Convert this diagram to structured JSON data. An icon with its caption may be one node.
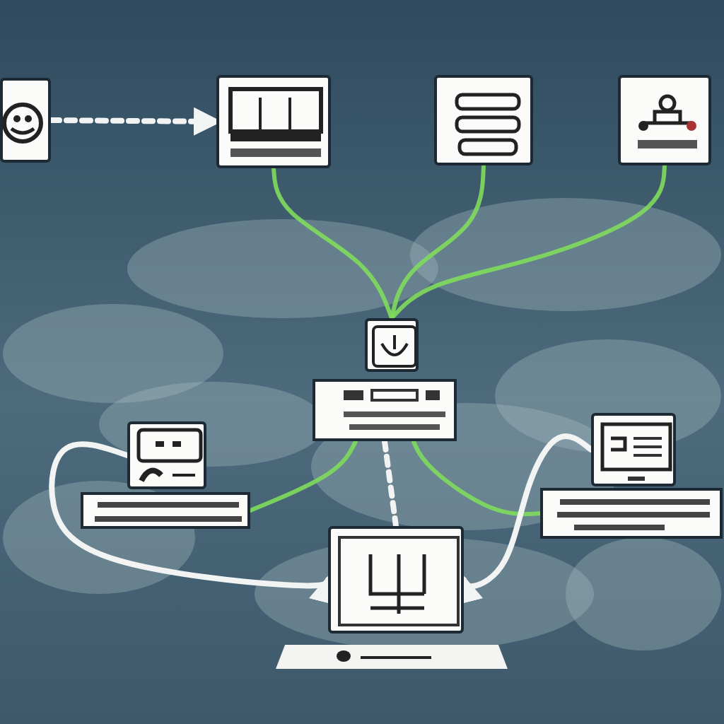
{
  "diagram": {
    "nodes": [
      {
        "text": [],
        "shape": "picture"
      },
      {
        "text": [],
        "shape": "picture"
      },
      {
        "text": [],
        "shape": "picture"
      },
      {
        "text": [],
        "shape": "picture"
      },
      {
        "text": [],
        "shape": "picture"
      },
      {
        "text": [],
        "shape": "box"
      },
      {
        "text": [],
        "shape": "picture"
      },
      {
        "text": [],
        "shape": "box"
      },
      {
        "text": [],
        "shape": "picture"
      },
      {
        "text": [],
        "shape": "box"
      },
      {
        "text": [],
        "shape": "picture"
      },
      {
        "text": [],
        "shape": "bar"
      }
    ],
    "edges": [
      {
        "from": 0,
        "to": 1,
        "arrow": "to",
        "style": "dashed",
        "color": "#f2f4f4"
      },
      {
        "from": 1,
        "to": 4,
        "arrow": "none"
      },
      {
        "from": 2,
        "to": 4,
        "arrow": "none"
      },
      {
        "from": 3,
        "to": 4,
        "arrow": "none"
      },
      {
        "from": 5,
        "to": 7,
        "arrow": "none"
      },
      {
        "from": 5,
        "to": 9,
        "arrow": "none"
      },
      {
        "from": 5,
        "to": 10,
        "arrow": "none",
        "style": "dashed",
        "color": "#f2f4f4"
      },
      {
        "from": 6,
        "to": 10,
        "arrow": "to",
        "color": "#f2f4f4"
      },
      {
        "from": 8,
        "to": 10,
        "arrow": "to",
        "color": "#f2f4f4"
      }
    ]
  }
}
